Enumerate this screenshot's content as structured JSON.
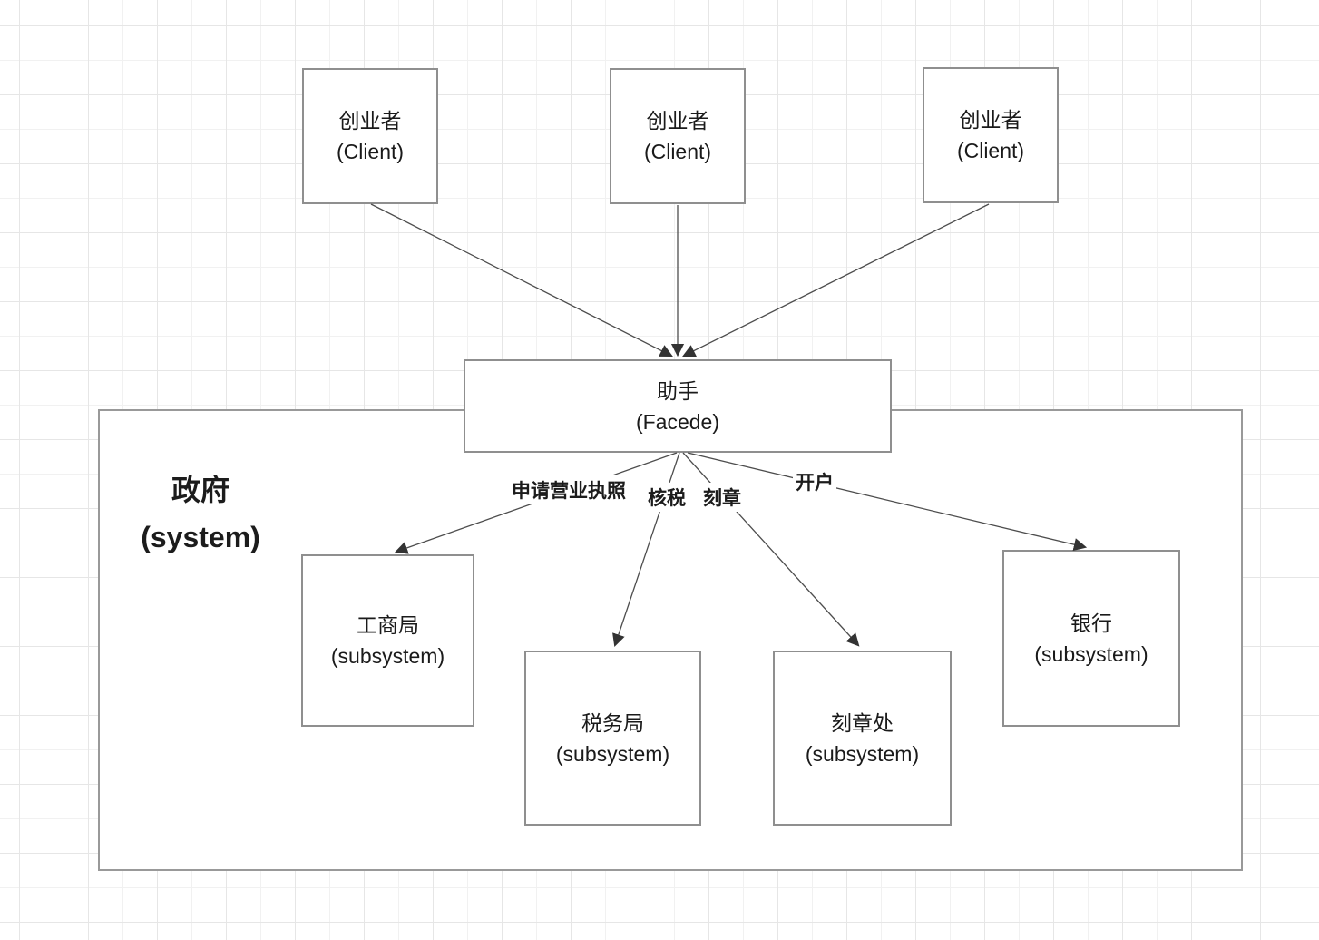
{
  "nodes": {
    "clients": [
      {
        "title": "创业者",
        "subtitle": "(Client)"
      },
      {
        "title": "创业者",
        "subtitle": "(Client)"
      },
      {
        "title": "创业者",
        "subtitle": "(Client)"
      }
    ],
    "facade": {
      "title": "助手",
      "subtitle": "(Facede)"
    },
    "system": {
      "title": "政府",
      "subtitle": "(system)"
    },
    "subsystems": [
      {
        "title": "工商局",
        "subtitle": "(subsystem)"
      },
      {
        "title": "税务局",
        "subtitle": "(subsystem)"
      },
      {
        "title": "刻章处",
        "subtitle": "(subsystem)"
      },
      {
        "title": "银行",
        "subtitle": "(subsystem)"
      }
    ]
  },
  "edge_labels": [
    {
      "text": "申请营业执照"
    },
    {
      "text": "核税"
    },
    {
      "text": "刻章"
    },
    {
      "text": "开户"
    }
  ],
  "colors": {
    "box_border": "#8f8f8f",
    "container_border": "#999999",
    "line": "#4d4d4d",
    "arrowhead": "#333333",
    "text": "#1a1a1a",
    "grid_major": "#e6e6e6",
    "grid_minor": "#f1f1f1"
  }
}
